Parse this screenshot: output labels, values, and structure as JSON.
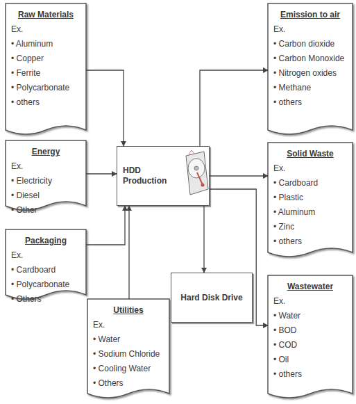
{
  "diagram": {
    "nodes": [
      {
        "text": [
          "Raw Materials",
          "Ex.",
          "• Aluminum",
          "• Copper",
          "• Ferrite",
          "• Polycarbonate",
          "• others"
        ]
      },
      {
        "text": [
          "Energy",
          "Ex.",
          "• Electricity",
          "• Diesel",
          "• Other"
        ]
      },
      {
        "text": [
          "Packaging",
          "Ex.",
          "• Cardboard",
          "• Polycarbonate",
          "• Others"
        ]
      },
      {
        "text": [
          "Utilities",
          "Ex.",
          "• Water",
          "• Sodium Chloride",
          "• Cooling Water",
          "• Others"
        ]
      },
      {
        "text": [
          "HDD Production"
        ]
      },
      {
        "text": [
          "Hard Disk Drive"
        ]
      },
      {
        "text": [
          "Emission to air",
          "Ex.",
          "• Carbon dioxide",
          "• Carbon Monoxide",
          "• Nitrogen oxides",
          "• Methane",
          "• others"
        ]
      },
      {
        "text": [
          "Solid Waste",
          "Ex.",
          "• Cardboard",
          "• Plastic",
          "• Aluminum",
          "• Zinc",
          "• others"
        ]
      },
      {
        "text": [
          "Wastewater",
          "Ex.",
          "• Water",
          "• BOD",
          "• COD",
          "• Oil",
          "• others"
        ]
      }
    ],
    "edges": [
      {
        "from": 0,
        "to": 4,
        "arrow": "to"
      },
      {
        "from": 1,
        "to": 4,
        "arrow": "to"
      },
      {
        "from": 2,
        "to": 4,
        "arrow": "to"
      },
      {
        "from": 3,
        "to": 4,
        "arrow": "to"
      },
      {
        "from": 4,
        "to": 5,
        "arrow": "to"
      },
      {
        "from": 4,
        "to": 6,
        "arrow": "to"
      },
      {
        "from": 4,
        "to": 7,
        "arrow": "to"
      },
      {
        "from": 4,
        "to": 8,
        "arrow": "to"
      }
    ]
  }
}
